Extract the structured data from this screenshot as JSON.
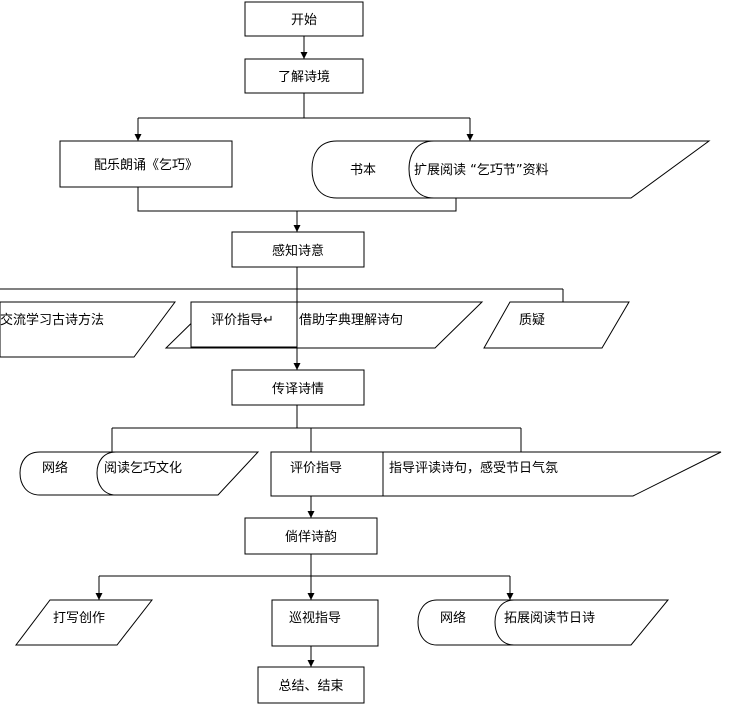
{
  "nodes": {
    "start": "开始",
    "understand_scene": "了解诗境",
    "recite_music": "配乐朗诵《乞巧》",
    "book_label": "书本",
    "extended_reading": "扩展阅读 “乞巧节”资料",
    "perceive_meaning": "感知诗意",
    "exchange_methods": "交流学习古诗方法",
    "evaluate_guide_1": "评价指导↵",
    "use_allusions": "借助字典理解诗句",
    "question": "质疑",
    "translate_feeling": "传译诗情",
    "network_1": "网络",
    "read_qiqiao_culture": "阅读乞巧文化",
    "evaluate_guide_2": "评价指导",
    "guide_reading": "指导评读诗句，感受节日气氛",
    "rhyme": "倘佯诗韵",
    "write_create": "打写创作",
    "patrol_guide": "巡视指导",
    "network_2": "网络",
    "extend_festival_poems": "拓展阅读节日诗",
    "summary_end": "总结、结束"
  }
}
